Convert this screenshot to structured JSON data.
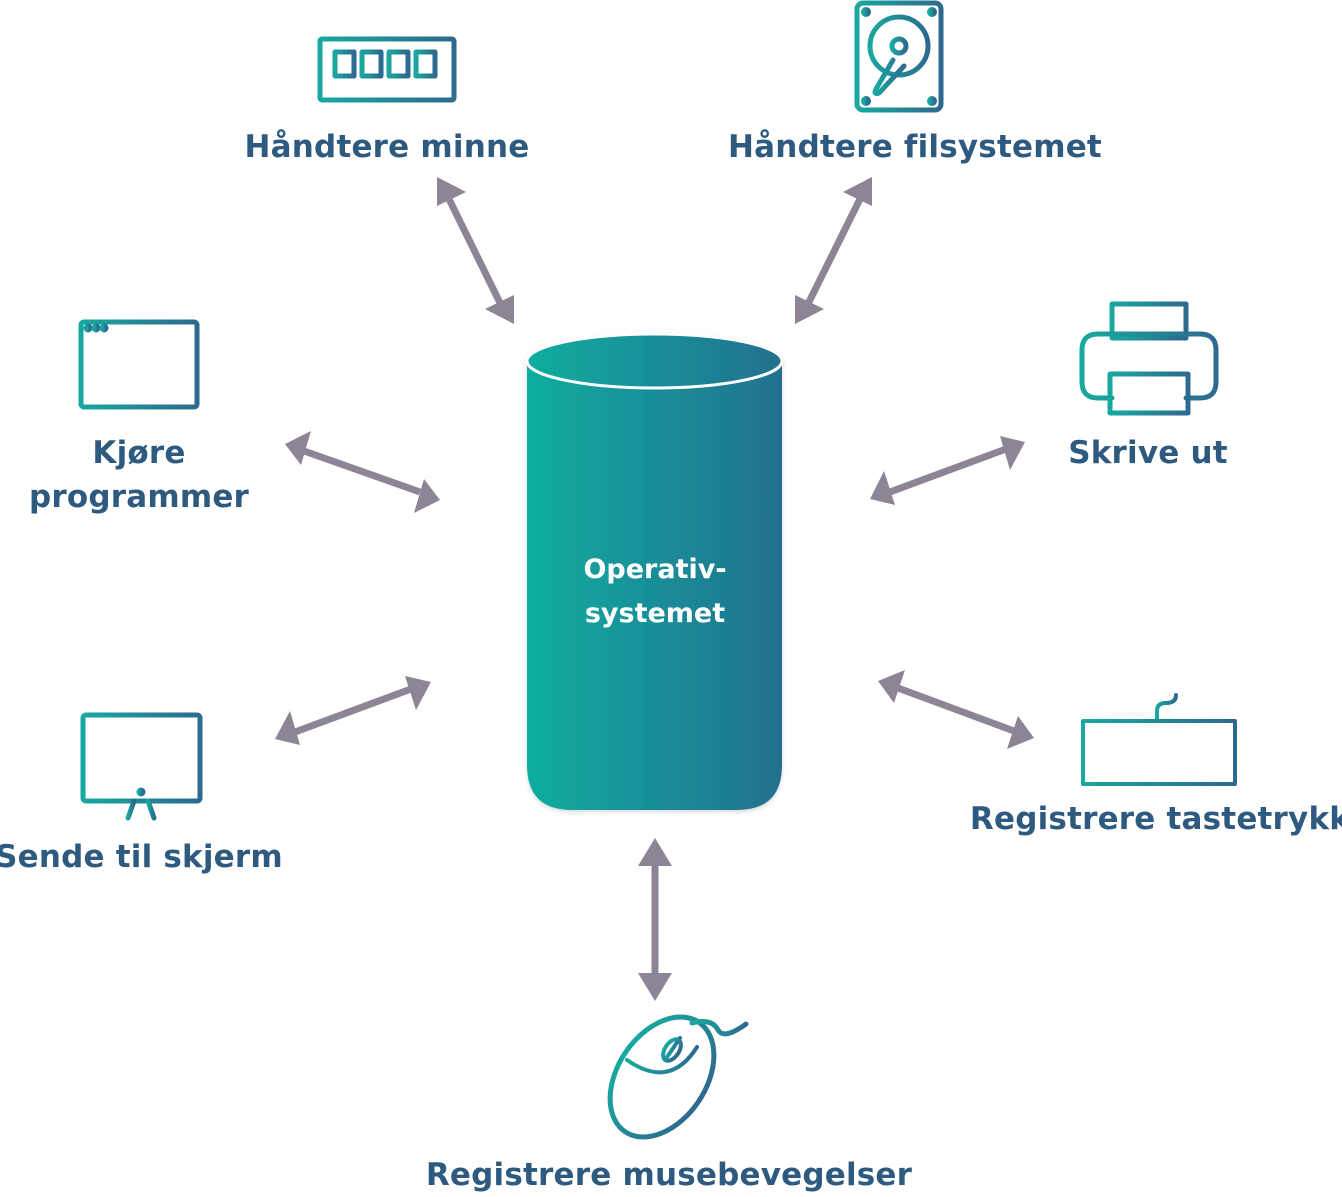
{
  "center": {
    "line1": "Operativ-",
    "line2": "systemet"
  },
  "nodes": {
    "memory": {
      "label": "Håndtere minne",
      "icon": "memory-chip-icon"
    },
    "filesystem": {
      "label": "Håndtere filsystemet",
      "icon": "hard-drive-icon"
    },
    "programs": {
      "line1": "Kjøre",
      "line2": "programmer",
      "icon": "program-window-icon"
    },
    "print": {
      "label": "Skrive ut",
      "icon": "printer-icon"
    },
    "screen": {
      "label": "Sende til skjerm",
      "icon": "monitor-icon"
    },
    "keyboard": {
      "label": "Registrere tastetrykk",
      "icon": "keyboard-icon"
    },
    "mouse": {
      "label": "Registrere musebevegelser",
      "icon": "mouse-icon"
    }
  },
  "colors": {
    "label_text": "#2f5a80",
    "icon_teal": "#1aa6a0",
    "icon_blue": "#2f6a8e",
    "arrow": "#8d8495",
    "cylinder_left": "#0fada0",
    "cylinder_right": "#23708f"
  }
}
